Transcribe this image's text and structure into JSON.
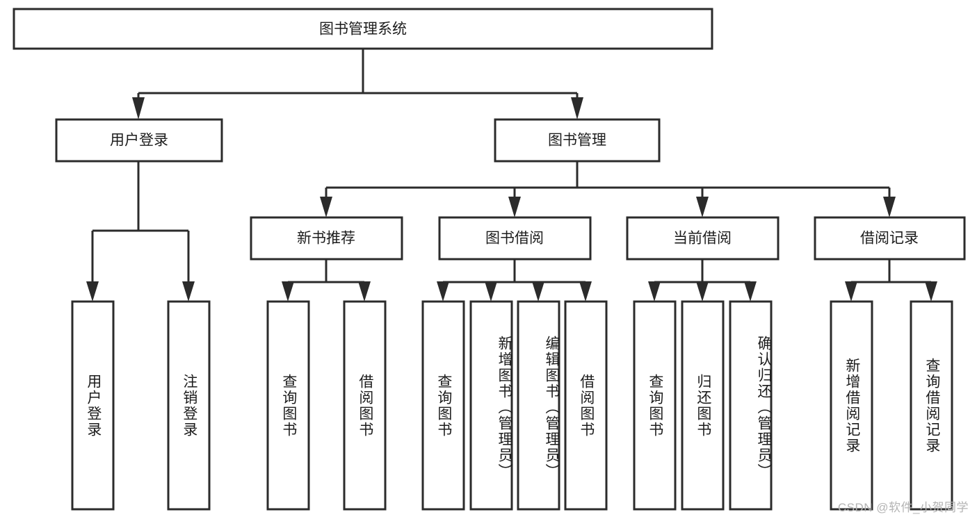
{
  "diagram": {
    "title": "图书管理系统",
    "type": "tree-hierarchy-diagram",
    "watermark": "CSDN @软件_小贺同学",
    "colors": {
      "background": "#ffffff",
      "box_fill": "#ffffff",
      "box_stroke": "#2b2b2b",
      "text": "#1c1c1c",
      "watermark_text": "#b4b4b4"
    },
    "root": {
      "label": "图书管理系统",
      "orientation": "horizontal"
    },
    "level2": [
      {
        "label": "用户登录",
        "orientation": "horizontal"
      },
      {
        "label": "图书管理",
        "orientation": "horizontal"
      }
    ],
    "level3": [
      {
        "label": "新书推荐",
        "orientation": "horizontal"
      },
      {
        "label": "图书借阅",
        "orientation": "horizontal"
      },
      {
        "label": "当前借阅",
        "orientation": "horizontal"
      },
      {
        "label": "借阅记录",
        "orientation": "horizontal"
      }
    ],
    "leaves": {
      "user_login": [
        {
          "label": "用户登录",
          "orientation": "vertical"
        },
        {
          "label": "注销登录",
          "orientation": "vertical"
        }
      ],
      "new_book_recommend": [
        {
          "label": "查询图书",
          "orientation": "vertical"
        },
        {
          "label": "借阅图书",
          "orientation": "vertical"
        }
      ],
      "book_borrow": [
        {
          "label": "查询图书",
          "orientation": "vertical"
        },
        {
          "label": "新增图书（管理员）",
          "orientation": "vertical"
        },
        {
          "label": "编辑图书（管理员）",
          "orientation": "vertical"
        },
        {
          "label": "借阅图书",
          "orientation": "vertical"
        }
      ],
      "current_borrow": [
        {
          "label": "查询图书",
          "orientation": "vertical"
        },
        {
          "label": "归还图书",
          "orientation": "vertical"
        },
        {
          "label": "确认归还（管理员）",
          "orientation": "vertical"
        }
      ],
      "borrow_record": [
        {
          "label": "新增借阅记录",
          "orientation": "vertical"
        },
        {
          "label": "查询借阅记录",
          "orientation": "vertical"
        }
      ]
    }
  }
}
